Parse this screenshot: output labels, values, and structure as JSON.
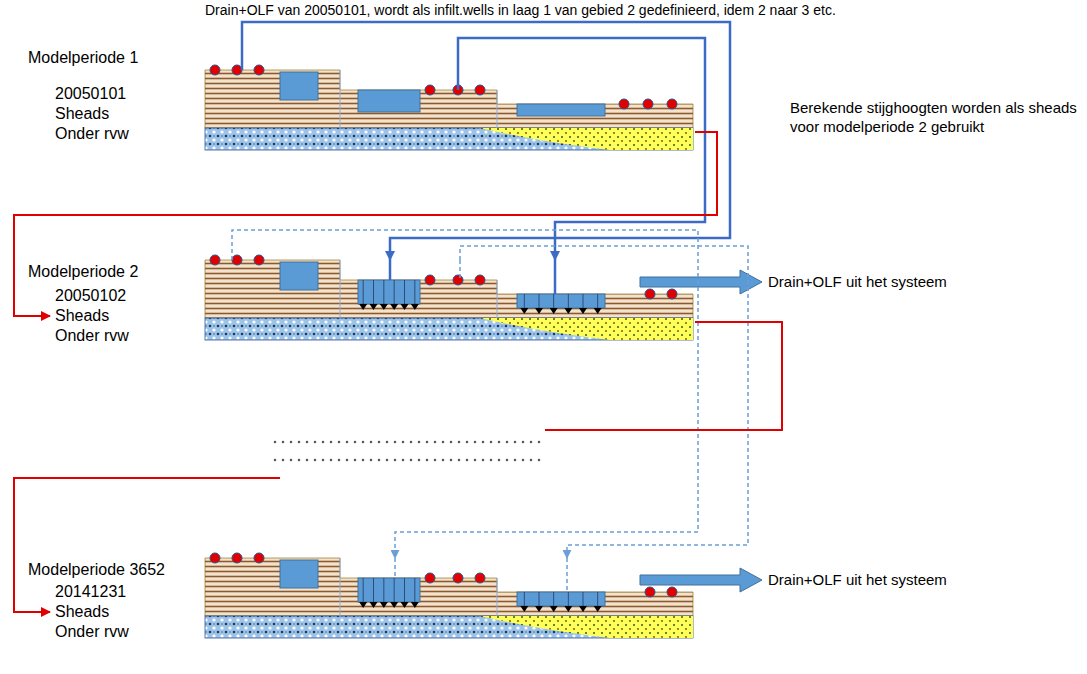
{
  "diagram": {
    "nodes": [
      {
        "text": [
          "Modelperiode 1",
          "20050101 Sheads Onder rvw"
        ]
      },
      {
        "text": [
          "Modelperiode 2",
          "20050102 Sheads Onder rvw"
        ]
      },
      {
        "text": [
          "Modelperiode 3652",
          "20141231 Sheads Onder rvw"
        ]
      }
    ],
    "edges": [
      {
        "from": 0,
        "to": 1,
        "arrow": "to"
      },
      {
        "from": 0,
        "to": 1,
        "arrow": "to"
      },
      {
        "from": 0,
        "to": 1,
        "arrow": "to"
      },
      {
        "from": 1,
        "to": 2,
        "arrow": "to"
      },
      {
        "from": 1,
        "to": 2,
        "arrow": "to"
      },
      {
        "from": 1,
        "to": 2,
        "arrow": "to"
      }
    ],
    "labels": [
      "Drain+OLF van 20050101, wordt als infilt.wells in laag 1 van gebied 2 gedefinieerd, idem 2 naar 3 etc.",
      "Berekende stijghoogten worden als sheads voor modelperiode 2 gebruikt",
      "Drain+OLF uit het systeem",
      "Drain+OLF uit het systeem"
    ]
  }
}
